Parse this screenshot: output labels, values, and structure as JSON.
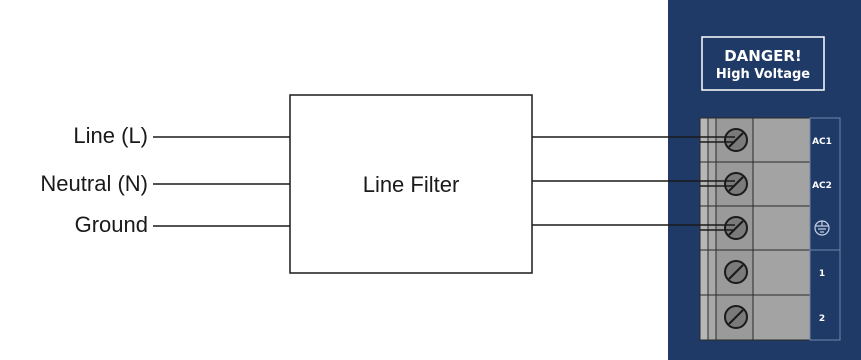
{
  "inputs": {
    "line": "Line (L)",
    "neutral": "Neutral (N)",
    "ground": "Ground"
  },
  "filter": {
    "label": "Line Filter"
  },
  "panel": {
    "warning_title": "DANGER!",
    "warning_subtitle": "High Voltage",
    "background_color": "#1f3a66",
    "terminals": {
      "ac1": "AC1",
      "ac2": "AC2",
      "ground_icon": "ground-icon",
      "t1": "1",
      "t2": "2"
    }
  }
}
